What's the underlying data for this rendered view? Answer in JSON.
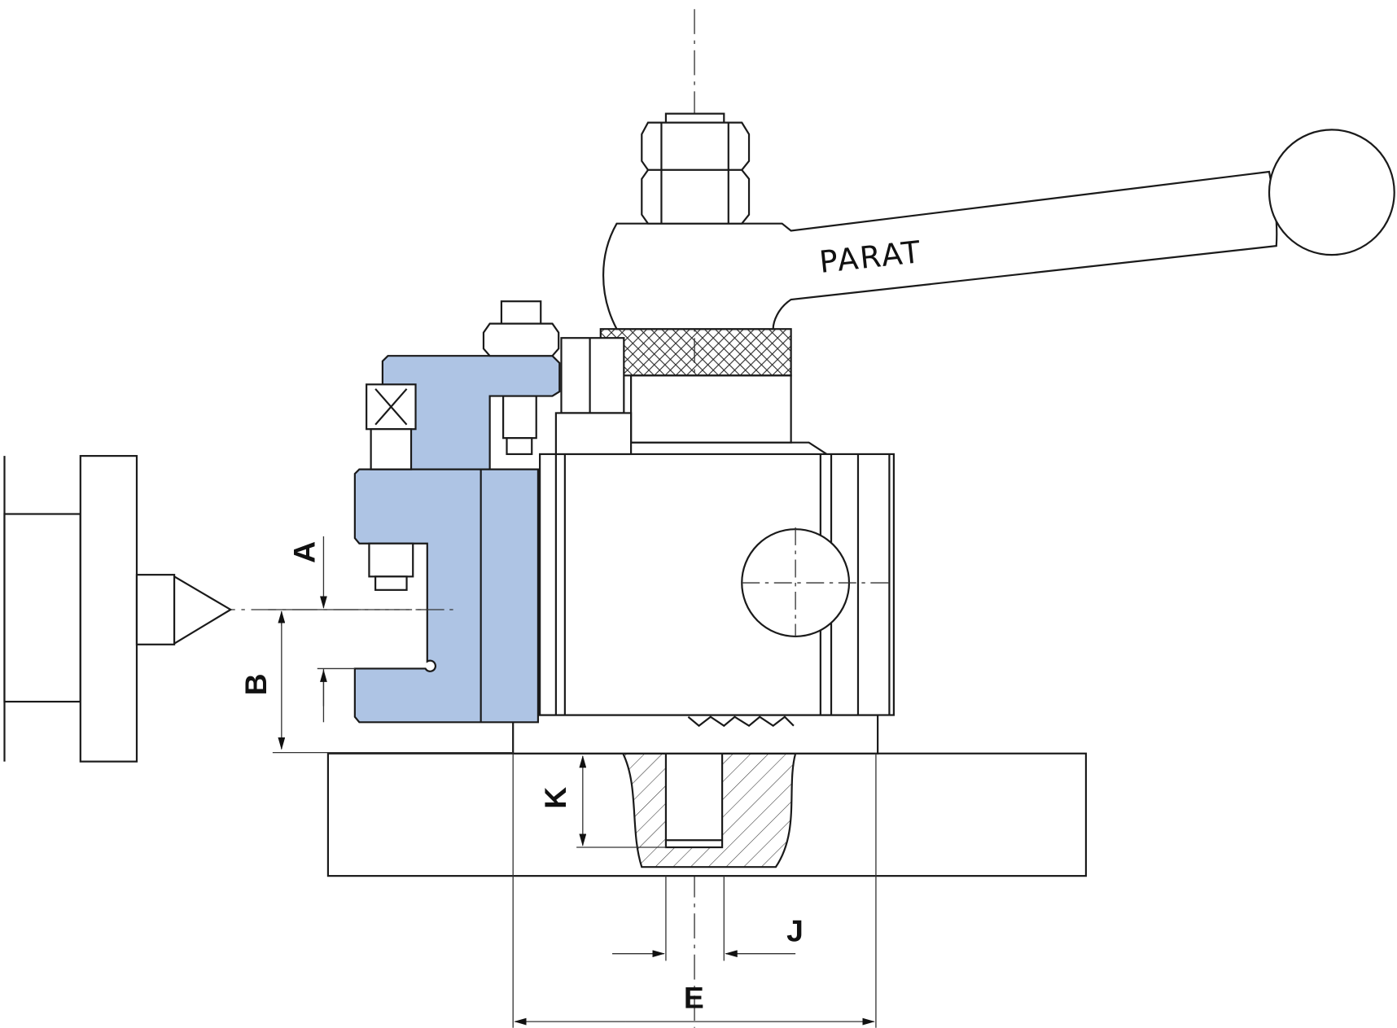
{
  "drawing": {
    "brand_text": "PARAT",
    "dimension_labels": {
      "A": "A",
      "B": "B",
      "K": "K",
      "J": "J",
      "E": "E"
    },
    "colors": {
      "toolholder": "#aec4e4",
      "line": "#1a1a1a",
      "background": "#ffffff"
    }
  }
}
